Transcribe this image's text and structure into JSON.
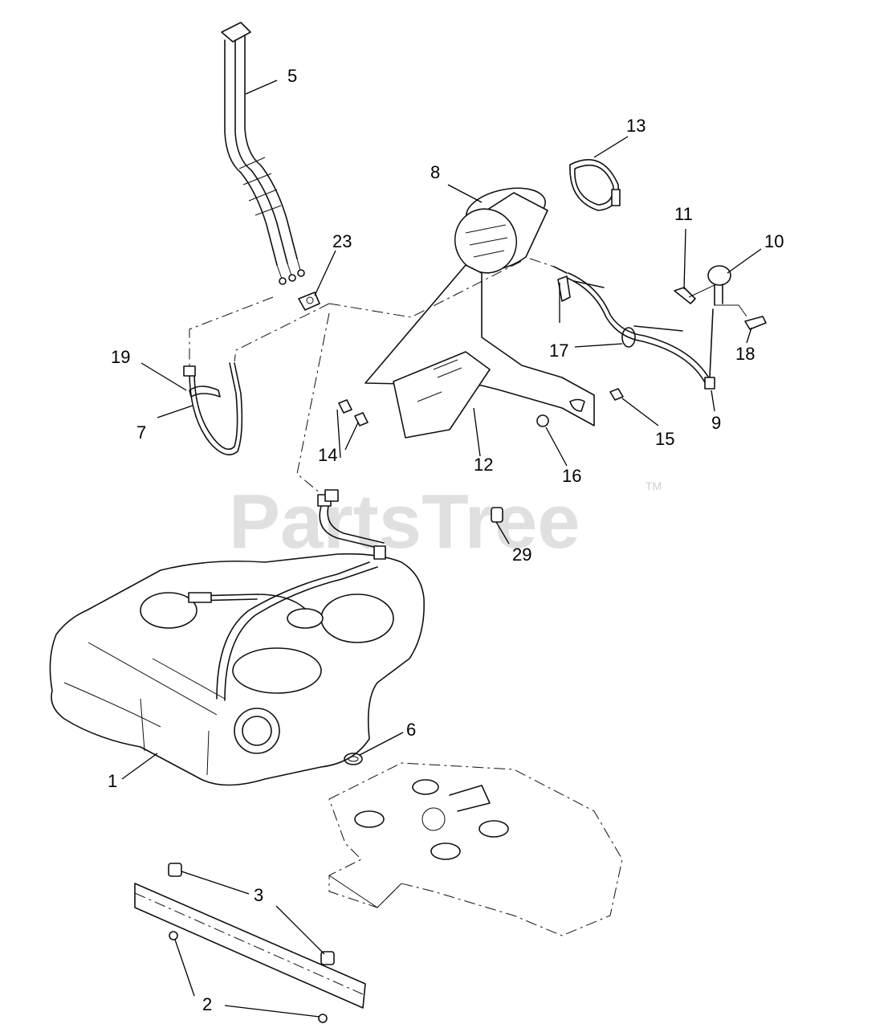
{
  "watermark": {
    "brand": "PartsTree",
    "trademark": "TM"
  },
  "callouts": [
    {
      "id": "c1",
      "label": "1"
    },
    {
      "id": "c2",
      "label": "2"
    },
    {
      "id": "c3",
      "label": "3"
    },
    {
      "id": "c5",
      "label": "5"
    },
    {
      "id": "c6",
      "label": "6"
    },
    {
      "id": "c7",
      "label": "7"
    },
    {
      "id": "c8",
      "label": "8"
    },
    {
      "id": "c9",
      "label": "9"
    },
    {
      "id": "c10",
      "label": "10"
    },
    {
      "id": "c11",
      "label": "11"
    },
    {
      "id": "c12",
      "label": "12"
    },
    {
      "id": "c13",
      "label": "13"
    },
    {
      "id": "c14",
      "label": "14"
    },
    {
      "id": "c15",
      "label": "15"
    },
    {
      "id": "c16",
      "label": "16"
    },
    {
      "id": "c17",
      "label": "17"
    },
    {
      "id": "c18",
      "label": "18"
    },
    {
      "id": "c19",
      "label": "19"
    },
    {
      "id": "c23",
      "label": "23"
    },
    {
      "id": "c29",
      "label": "29"
    }
  ]
}
